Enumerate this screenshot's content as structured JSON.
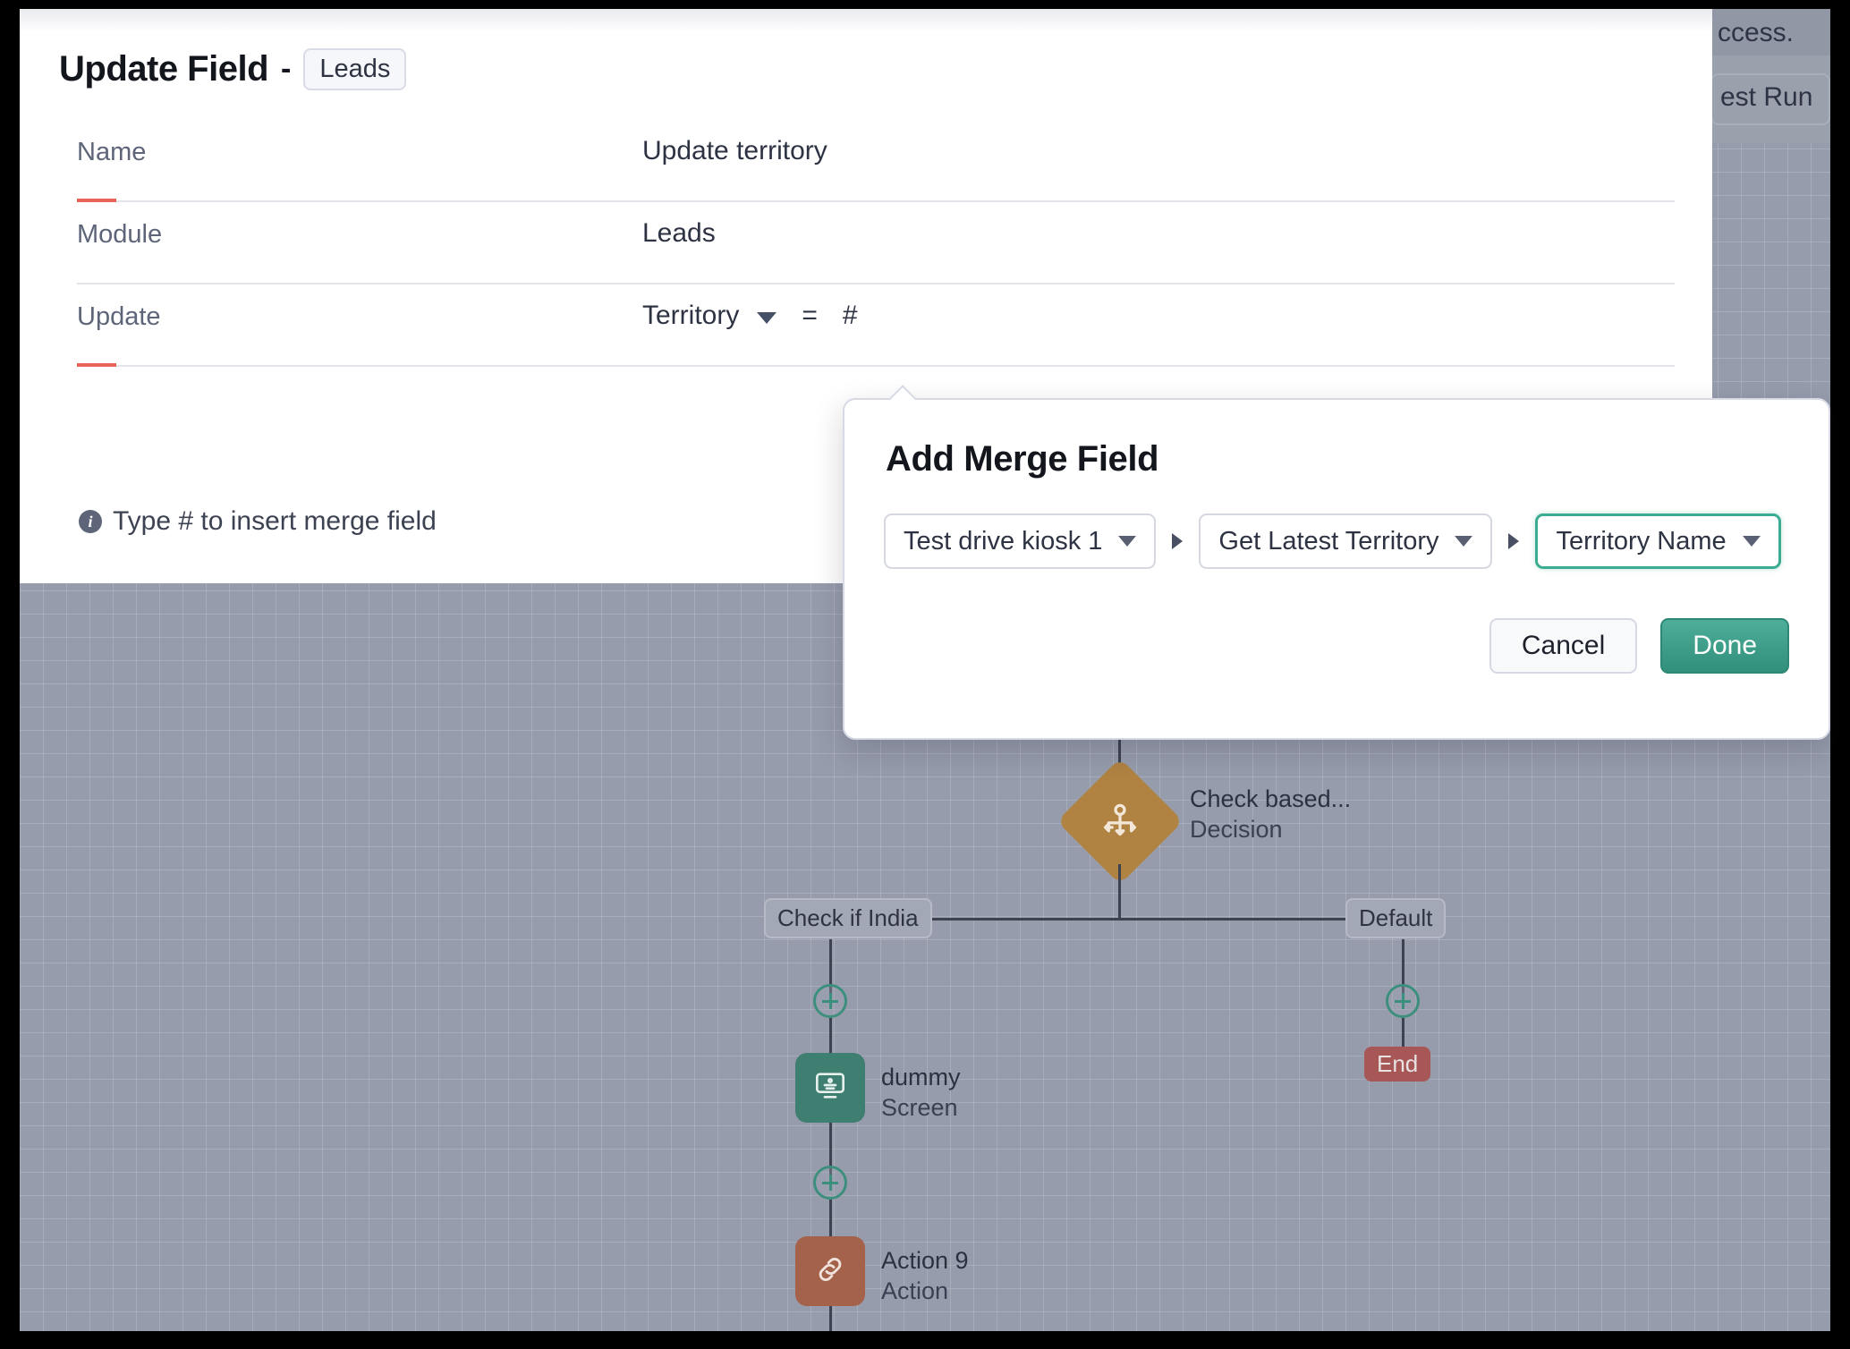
{
  "panel": {
    "title": "Update Field",
    "dash": "-",
    "module_chip": "Leads",
    "rows": [
      {
        "label": "Name",
        "value": "Update territory"
      },
      {
        "label": "Module",
        "value": "Leads"
      }
    ],
    "update_row": {
      "label": "Update",
      "field": "Territory",
      "operator": "=",
      "token": "#"
    },
    "hint": {
      "icon": "info-icon",
      "text": "Type # to insert merge field"
    }
  },
  "popover": {
    "title": "Add Merge Field",
    "selects": [
      {
        "value": "Test drive kiosk 1",
        "focused": false
      },
      {
        "value": "Get Latest Territory",
        "focused": false
      },
      {
        "value": "Territory Name",
        "focused": true
      }
    ],
    "cancel_label": "Cancel",
    "done_label": "Done",
    "accent_color": "#3bab92",
    "done_color": "#2f8f7b"
  },
  "background": {
    "topbar_fragment": "ccess.",
    "test_run_label": "est Run",
    "flow": {
      "decision": {
        "title": "Check based...",
        "subtitle": "Decision",
        "color": "#b08342",
        "icon": "branch-icon"
      },
      "branches": [
        {
          "label": "Check if India"
        },
        {
          "label": "Default"
        }
      ],
      "nodes": [
        {
          "title": "dummy",
          "subtitle": "Screen",
          "color": "#3f7f71",
          "icon": "screen-icon"
        },
        {
          "title": "Action 9",
          "subtitle": "Action",
          "color": "#a4624b",
          "icon": "link-icon"
        }
      ],
      "end_badge": "End",
      "add_icon": "plus-icon"
    }
  }
}
